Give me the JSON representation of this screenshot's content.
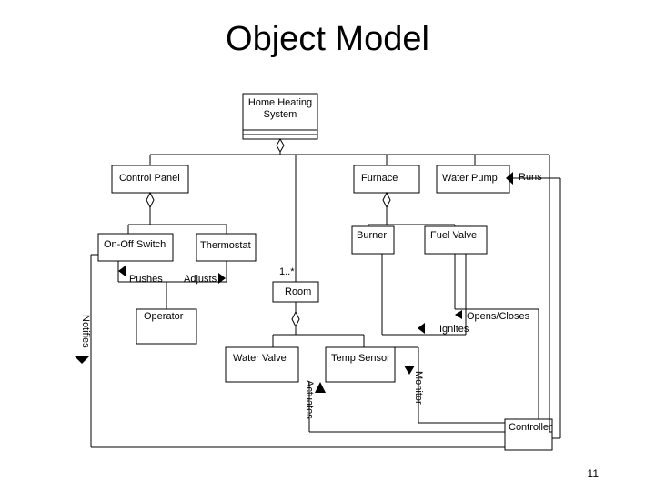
{
  "title": "Object Model",
  "page_number": "11",
  "classes": {
    "home_heating_system_line1": "Home Heating",
    "home_heating_system_line2": "System",
    "control_panel": "Control Panel",
    "furnace": "Furnace",
    "water_pump": "Water Pump",
    "on_off_switch": "On-Off Switch",
    "thermostat": "Thermostat",
    "burner": "Burner",
    "fuel_valve": "Fuel Valve",
    "room": "Room",
    "operator": "Operator",
    "water_valve": "Water Valve",
    "temp_sensor": "Temp Sensor",
    "controller": "Controller"
  },
  "associations": {
    "runs": "Runs",
    "pushes": "Pushes",
    "adjusts": "Adjusts",
    "multiplicity": "1..*",
    "opens_closes": "Opens/Closes",
    "ignites": "Ignites",
    "notifies": "Notifies",
    "actuates": "Actuates",
    "monitor": "Monitor"
  }
}
